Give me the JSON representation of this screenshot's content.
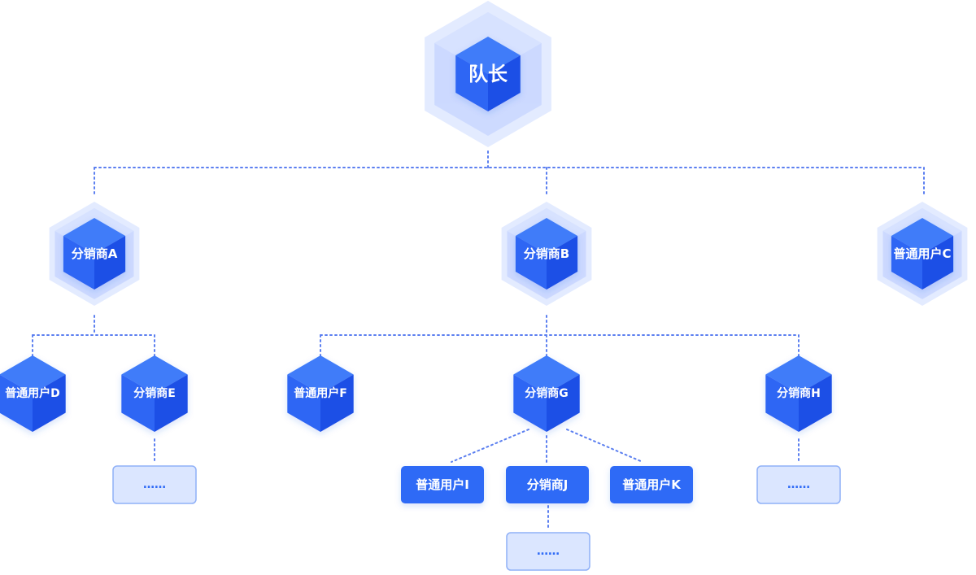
{
  "colors": {
    "hex_top": "#3f7cf9",
    "hex_left": "#2f66f4",
    "hex_right": "#1d4fe6",
    "halo_outer": "#e3ebff",
    "halo_mid": "#c9d7ff",
    "connector": "#5b7ff0",
    "rect_fill": "#2f6bf6",
    "dots_fill": "#dbe6ff",
    "dots_stroke": "#8fb0f7",
    "dots_text": "#2f6bf6",
    "label": "#ffffff"
  },
  "nodes": {
    "leader": "队长",
    "distributor_a": "分销商A",
    "distributor_b": "分销商B",
    "user_c": "普通用户C",
    "user_d": "普通用户D",
    "distributor_e": "分销商E",
    "user_f": "普通用户F",
    "distributor_g": "分销商G",
    "distributor_h": "分销商H",
    "user_i": "普通用户I",
    "distributor_j": "分销商J",
    "user_k": "普通用户K"
  },
  "ellipsis": {
    "e_children": "……",
    "h_children": "……",
    "j_children": "……"
  }
}
